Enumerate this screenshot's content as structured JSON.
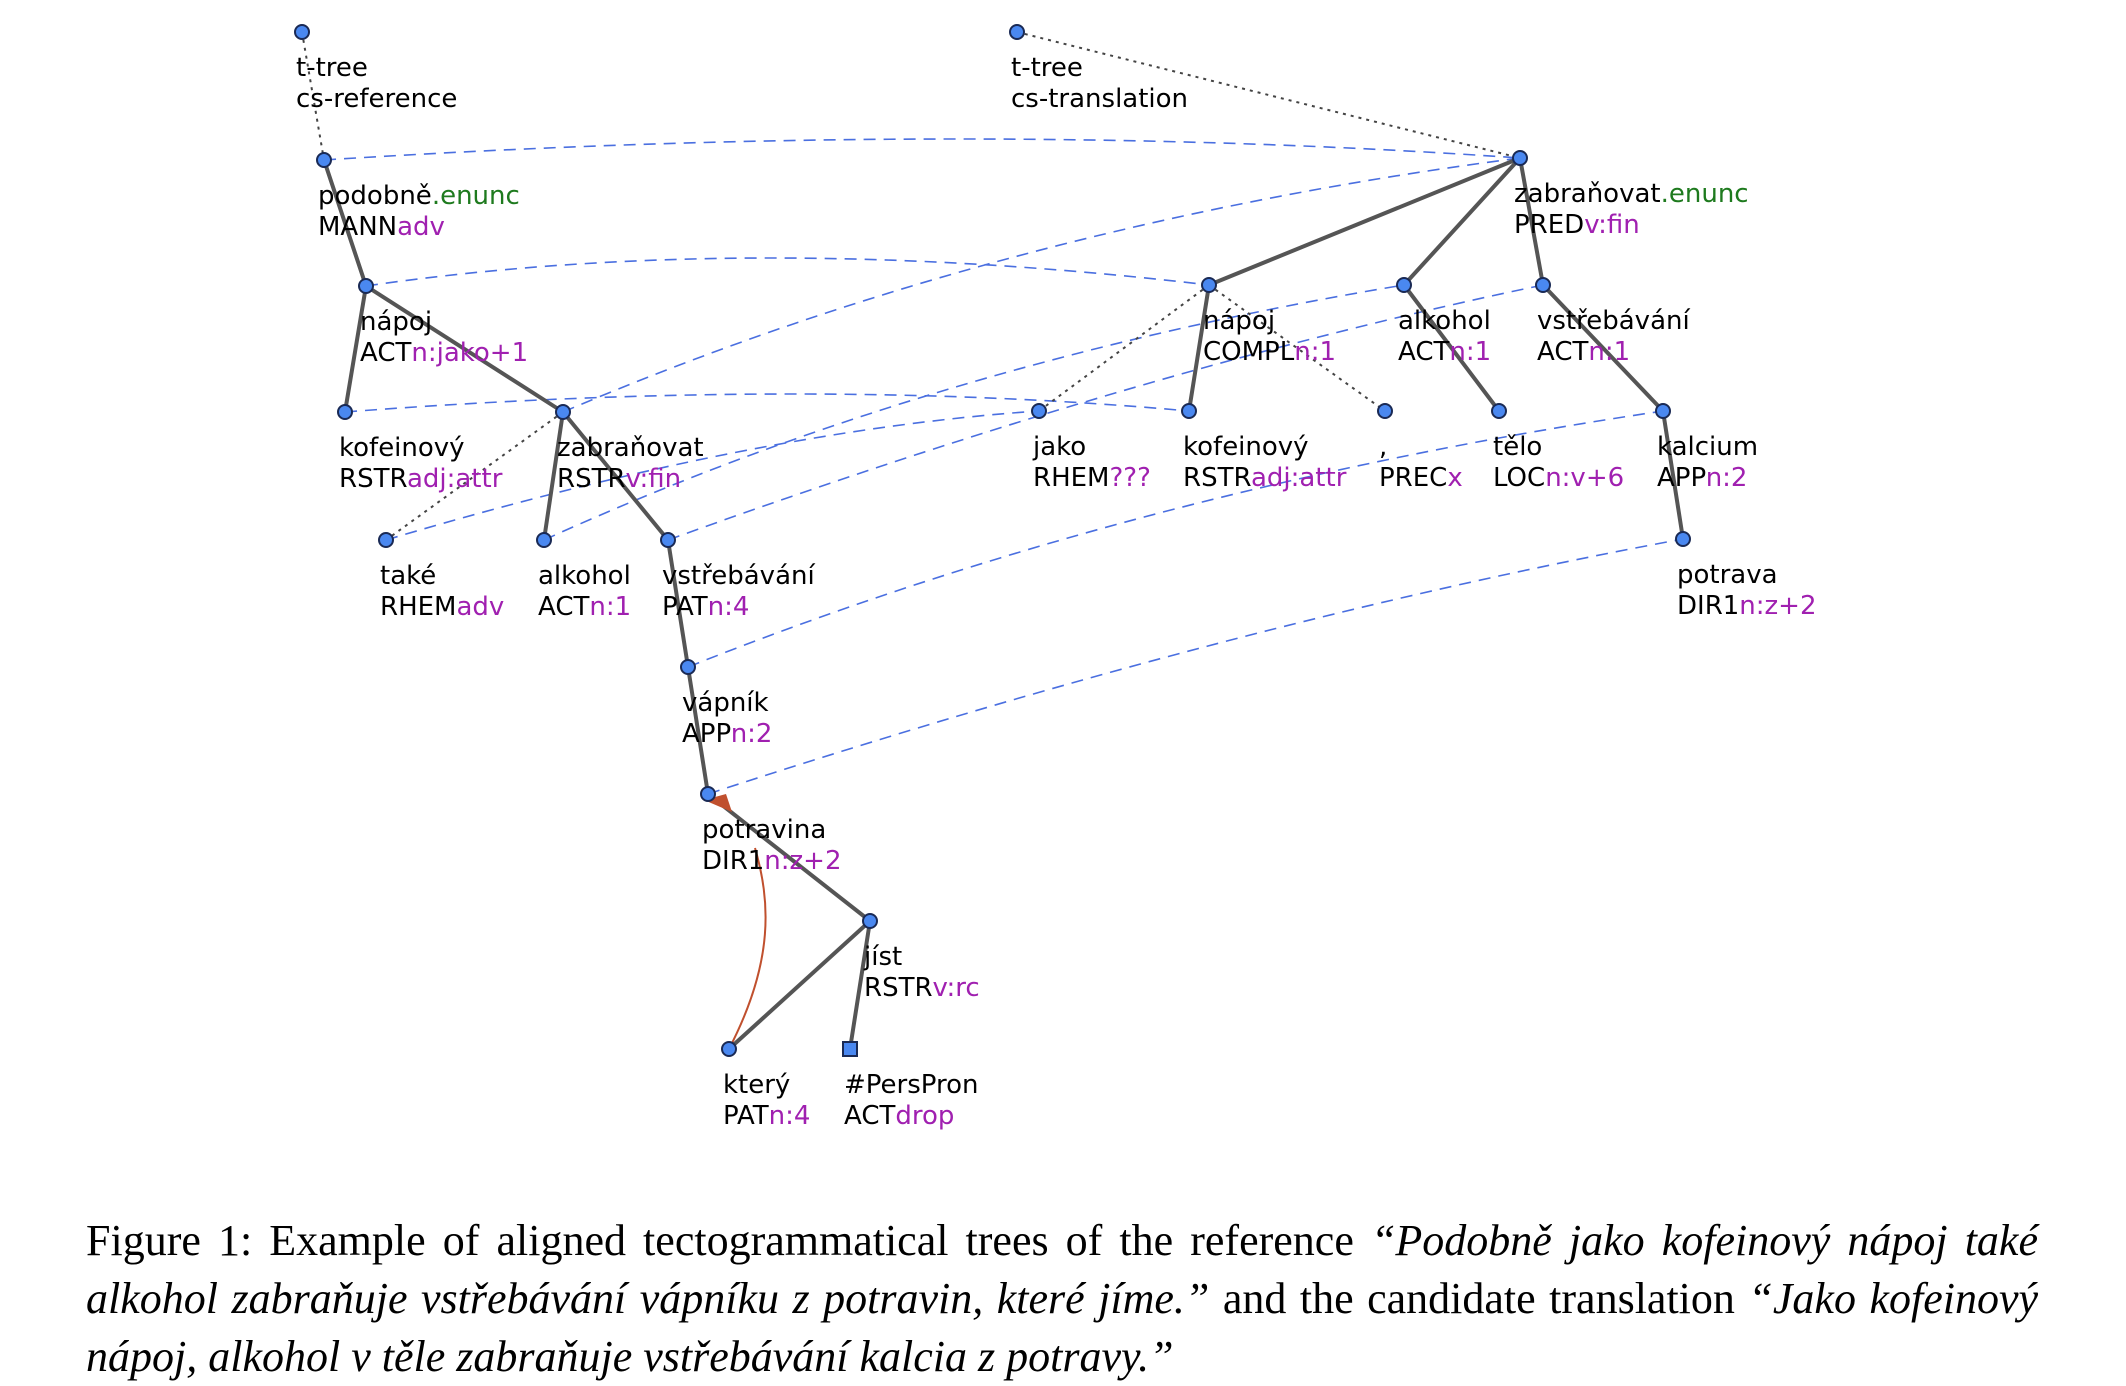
{
  "colors": {
    "functor": "#000000",
    "formeme": "#a020b0",
    "sentmod": "#1e7a1e",
    "align": "#4a6fe0",
    "node": "#4a88f0",
    "coref": "#c0502e"
  },
  "roots": {
    "ref": [
      "t-tree",
      "cs-reference"
    ],
    "trans": [
      "t-tree",
      "cs-translation"
    ]
  },
  "nodes": {
    "r_podobne": {
      "lemma": "podobně",
      "sentmod": ".enunc",
      "functor": "MANN",
      "formeme": "adv"
    },
    "r_napoj": {
      "lemma": "nápoj",
      "functor": "ACT",
      "formeme": "n:jako+1"
    },
    "r_kofeinovy": {
      "lemma": "kofeinový",
      "functor": "RSTR",
      "formeme": "adj:attr"
    },
    "r_zabranovat": {
      "lemma": "zabraňovat",
      "functor": "RSTR",
      "formeme": "v:fin"
    },
    "r_take": {
      "lemma": "také",
      "functor": "RHEM",
      "formeme": "adv"
    },
    "r_alkohol": {
      "lemma": "alkohol",
      "functor": "ACT",
      "formeme": "n:1"
    },
    "r_vstrebavani": {
      "lemma": "vstřebávání",
      "functor": "PAT",
      "formeme": "n:4"
    },
    "r_vapnik": {
      "lemma": "vápník",
      "functor": "APP",
      "formeme": "n:2"
    },
    "r_potravina": {
      "lemma": "potravina",
      "functor": "DIR1",
      "formeme": "n:z+2"
    },
    "r_jist": {
      "lemma": "jíst",
      "functor": "RSTR",
      "formeme": "v:rc"
    },
    "r_ktery": {
      "lemma": "který",
      "functor": "PAT",
      "formeme": "n:4"
    },
    "r_perspron": {
      "lemma": "#PersPron",
      "functor": "ACT",
      "formeme": "drop"
    },
    "t_zabranovat": {
      "lemma": "zabraňovat",
      "sentmod": ".enunc",
      "functor": "PRED",
      "formeme": "v:fin"
    },
    "t_napoj": {
      "lemma": "nápoj",
      "functor": "COMPL",
      "formeme": "n:1"
    },
    "t_alkohol": {
      "lemma": "alkohol",
      "functor": "ACT",
      "formeme": "n:1"
    },
    "t_vstrebavani": {
      "lemma": "vstřebávání",
      "functor": "ACT",
      "formeme": "n:1"
    },
    "t_jako": {
      "lemma": "jako",
      "functor": "RHEM",
      "formeme": "???"
    },
    "t_kofeinovy": {
      "lemma": "kofeinový",
      "functor": "RSTR",
      "formeme": "adj:attr"
    },
    "t_comma": {
      "lemma": ",",
      "functor": "PREC",
      "formeme": "x"
    },
    "t_telo": {
      "lemma": "tělo",
      "functor": "LOC",
      "formeme": "n:v+6"
    },
    "t_kalcium": {
      "lemma": "kalcium",
      "functor": "APP",
      "formeme": "n:2"
    },
    "t_potrava": {
      "lemma": "potrava",
      "functor": "DIR1",
      "formeme": "n:z+2"
    }
  },
  "caption": {
    "label": "Figure 1: Example of aligned tectogrammatical trees of the reference",
    "reference": "“Podobně jako kofeinový nápoj také alkohol zabraňuje vstřebávání vápníku z potravin, které jíme.”",
    "middle": "and the candidate translation",
    "candidate": "“Jako kofeinový nápoj, alkohol v těle zabraňuje vstřebávání kalcia z potravy.”"
  }
}
